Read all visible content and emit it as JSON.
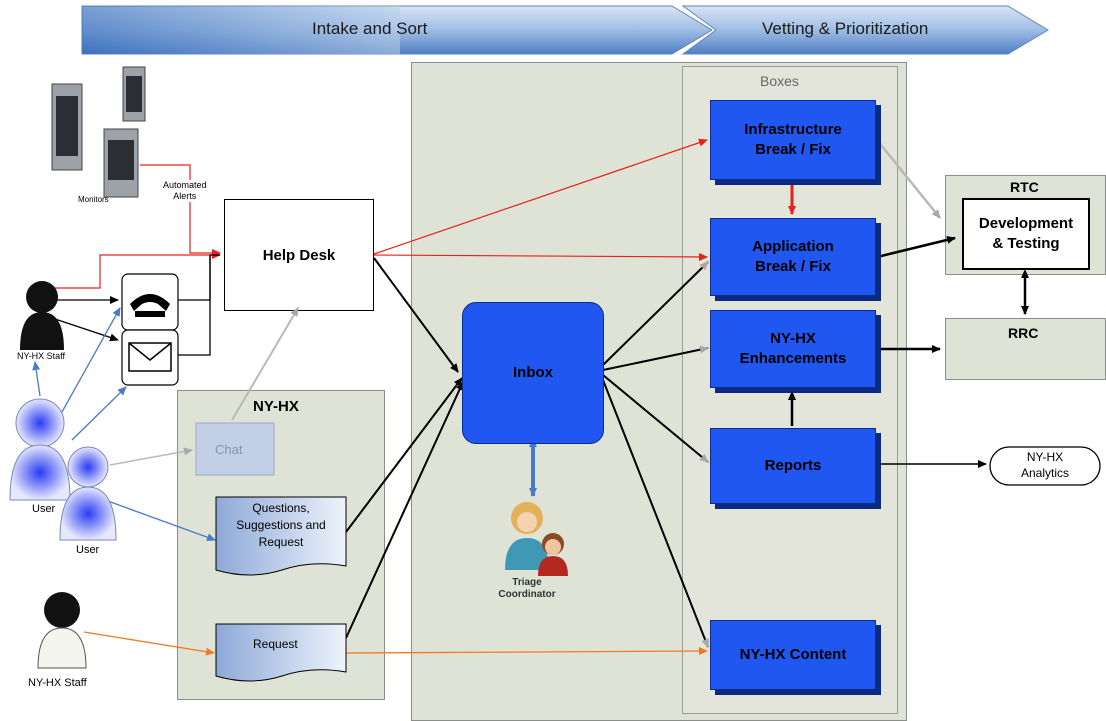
{
  "banner": {
    "phase1": "Intake and Sort",
    "phase2": "Vetting & Prioritization"
  },
  "sources": {
    "monitors_label": "Monitors",
    "automated_alerts_label": "Automated\nAlerts",
    "staff_top_label": "NY-HX Staff",
    "user1_label": "User",
    "user2_label": "User",
    "staff_bottom_label": "NY-HX Staff",
    "phone_icon": "phone-icon",
    "email_icon": "envelope-icon"
  },
  "help_desk": {
    "label": "Help Desk"
  },
  "nyhx_panel": {
    "title": "NY-HX",
    "chat": "Chat",
    "questions": "Questions,\nSuggestions and\nRequest",
    "request": "Request"
  },
  "inbox": {
    "label": "Inbox",
    "triage_label": "Triage\nCoordinator"
  },
  "boxes": {
    "title": "Boxes",
    "infrastructure": "Infrastructure\nBreak / Fix",
    "application": "Application\nBreak / Fix",
    "enhancements": "NY-HX\nEnhancements",
    "reports": "Reports",
    "content": "NY-HX Content"
  },
  "rtc": {
    "title": "RTC",
    "dev_testing": "Development\n& Testing"
  },
  "rrc": {
    "title": "RRC"
  },
  "analytics": {
    "label": "NY-HX\nAnalytics"
  },
  "colors": {
    "box_blue": "#1f57f0",
    "arrow_red": "#e8201c",
    "arrow_orange": "#f07a22",
    "arrow_blue": "#4a7bc8",
    "arrow_gray": "#b8b8b8"
  }
}
